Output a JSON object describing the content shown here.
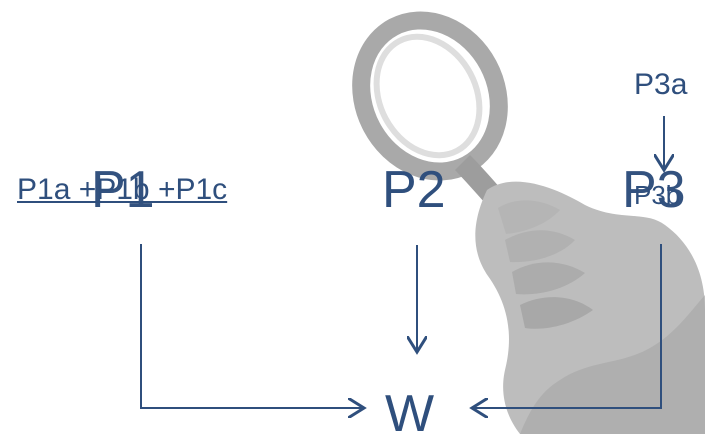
{
  "diagram": {
    "labels": {
      "p1_expr": "P1a +P1b +P1c",
      "p1": "P1",
      "p2": "P2",
      "p3": "P3",
      "p3a": "P3a",
      "p3b": "P3b",
      "w": "W"
    },
    "colors": {
      "text": "#2f4f7d",
      "arrow": "#2f4f7d",
      "illustration": "#bdbdbd",
      "illustration_dark": "#8f8f8f"
    },
    "icons": {
      "background": "magnifying-glass-hand-icon"
    }
  }
}
